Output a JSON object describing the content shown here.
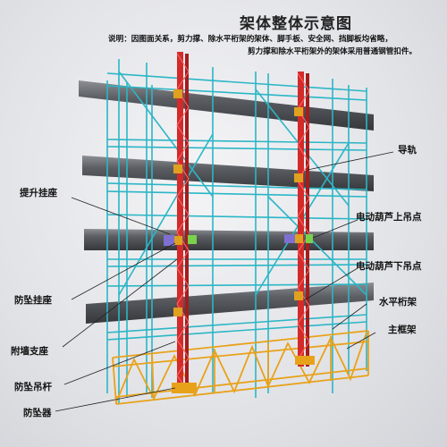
{
  "title": "架体整体示意图",
  "note_line1": "说明：因图面关系，剪力撑、除水平桁架的架体、脚手板、安全网、挡脚板均省略，",
  "note_line2": "剪力撑和除水平桁架外的架体采用普通钢管扣件。",
  "labels": {
    "guide_rail": "导轨",
    "lift_seat": "提升挂座",
    "hoist_upper": "电动葫芦上吊点",
    "hoist_lower": "电动葫芦下吊点",
    "anti_fall_seat": "防坠挂座",
    "horizontal_truss": "水平桁架",
    "main_frame": "主框架",
    "wall_support": "附墙支座",
    "anti_fall_rod": "防坠吊杆",
    "anti_fall_device": "防坠器"
  },
  "colors": {
    "scaffold": "#2bb6c6",
    "rail": "#d42a2a",
    "truss": "#e8a21a",
    "floor_slab": "#4d4f53",
    "bracket": "#e0a020",
    "purple": "#7e6fd0",
    "green": "#7ad24a"
  }
}
